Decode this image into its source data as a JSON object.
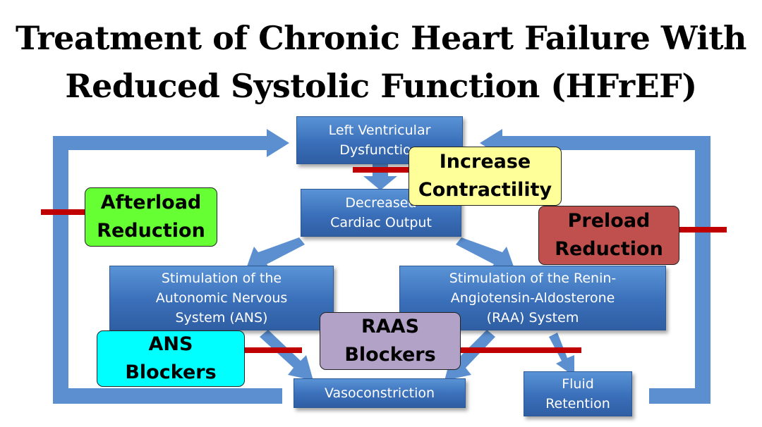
{
  "title": {
    "line1": "Treatment of Chronic Heart Failure With",
    "line2": "Reduced Systolic Function (HFrEF)"
  },
  "boxes": {
    "lvd": [
      "Left Ventricular",
      "Dysfunction"
    ],
    "dco": [
      "Decreased",
      "Cardiac Output"
    ],
    "ans": [
      "Stimulation of the",
      "Autonomic Nervous",
      "System (ANS)"
    ],
    "raa": [
      "Stimulation of the Renin-",
      "Angiotensin-Aldosterone",
      "(RAA) System"
    ],
    "vaso": [
      "Vasoconstriction"
    ],
    "fluid": [
      "Fluid",
      "Retention"
    ]
  },
  "treatments": {
    "contractility": [
      "Increase",
      "Contractility"
    ],
    "afterload": [
      "Afterload",
      "Reduction"
    ],
    "preload": [
      "Preload",
      "Reduction"
    ],
    "ans_blockers": [
      "ANS",
      "Blockers"
    ],
    "raas_blockers": [
      "RAAS",
      "Blockers"
    ]
  },
  "colors": {
    "box_blue": "#3d74bf",
    "arrow_blue": "#5b8fd0",
    "block_red": "#c00000",
    "contractility": "#ffff99",
    "afterload": "#66ff33",
    "preload": "#c0504d",
    "ans_blockers": "#00ffff",
    "raas_blockers": "#b3a2c7"
  }
}
